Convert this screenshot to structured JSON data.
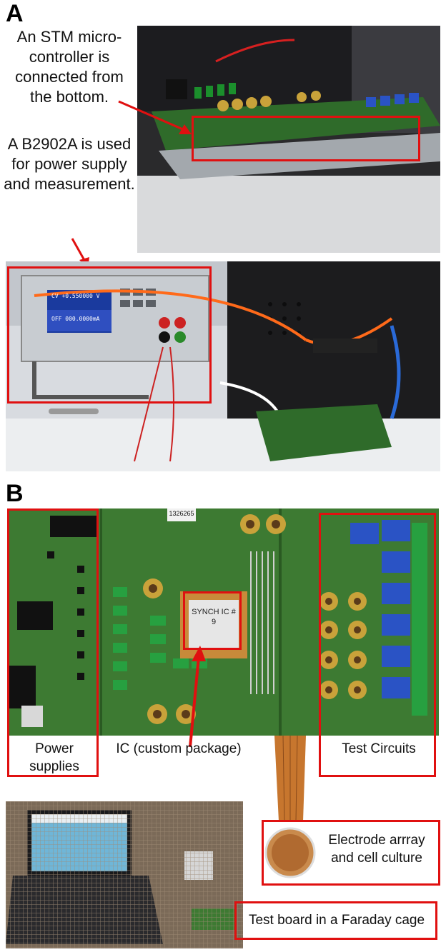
{
  "panel_a": {
    "label": "A",
    "caption_stm": "An STM micro-controller is connected from the bottom.",
    "caption_b2902a": "A  B2902A is used for power supply and measurement.",
    "instrument_readout_top": "+0.550000 V",
    "instrument_readout_bottom": "000.0000mA",
    "instrument_state_on": "CV",
    "instrument_state_off": "OFF"
  },
  "panel_b": {
    "label": "B",
    "pcb_serial": "1326265",
    "chip_text": "SYNCH IC # 9",
    "box_power": "Power supplies",
    "box_ic": "IC (custom package)",
    "box_test": "Test Circuits",
    "box_electrode": "Electrode arrray and cell culture",
    "box_faraday": "Test board in a Faraday cage"
  },
  "colors": {
    "annotation_red": "#e01010",
    "pcb_green": "#3d7a32"
  }
}
